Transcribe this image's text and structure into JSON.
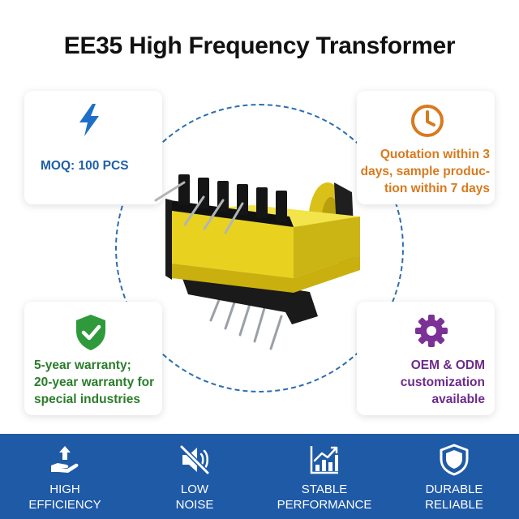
{
  "title": "EE35 High Frequency Transformer",
  "cards": {
    "moq": {
      "icon": "lightning-bolt-icon",
      "text": "MOQ: 100 PCS",
      "color": "#1f5fa8"
    },
    "quotation": {
      "icon": "clock-icon",
      "lines": [
        "Quotation within 3",
        "days, sample produc-",
        "tion within 7 days"
      ],
      "color": "#d87a1e"
    },
    "warranty": {
      "icon": "shield-check-icon",
      "lines": [
        "5-year warranty;",
        "20-year warranty for",
        "special industries"
      ],
      "color": "#2a7d2a"
    },
    "oem": {
      "icon": "gear-icon",
      "lines": [
        "OEM & ODM",
        "customization",
        "available"
      ],
      "color": "#6e2a8c"
    }
  },
  "features": [
    {
      "icon": "hand-arrow-up-icon",
      "line1": "HIGH",
      "line2": "EFFICIENCY"
    },
    {
      "icon": "speaker-mute-icon",
      "line1": "LOW",
      "line2": "NOISE"
    },
    {
      "icon": "bar-chart-trend-icon",
      "line1": "STABLE",
      "line2": "PERFORMANCE"
    },
    {
      "icon": "shield-outline-icon",
      "line1": "DURABLE",
      "line2": "RELIABLE"
    }
  ],
  "colors": {
    "band": "#1f5aa7",
    "ring": "#2a6fb0",
    "core": "#e8d21f"
  }
}
